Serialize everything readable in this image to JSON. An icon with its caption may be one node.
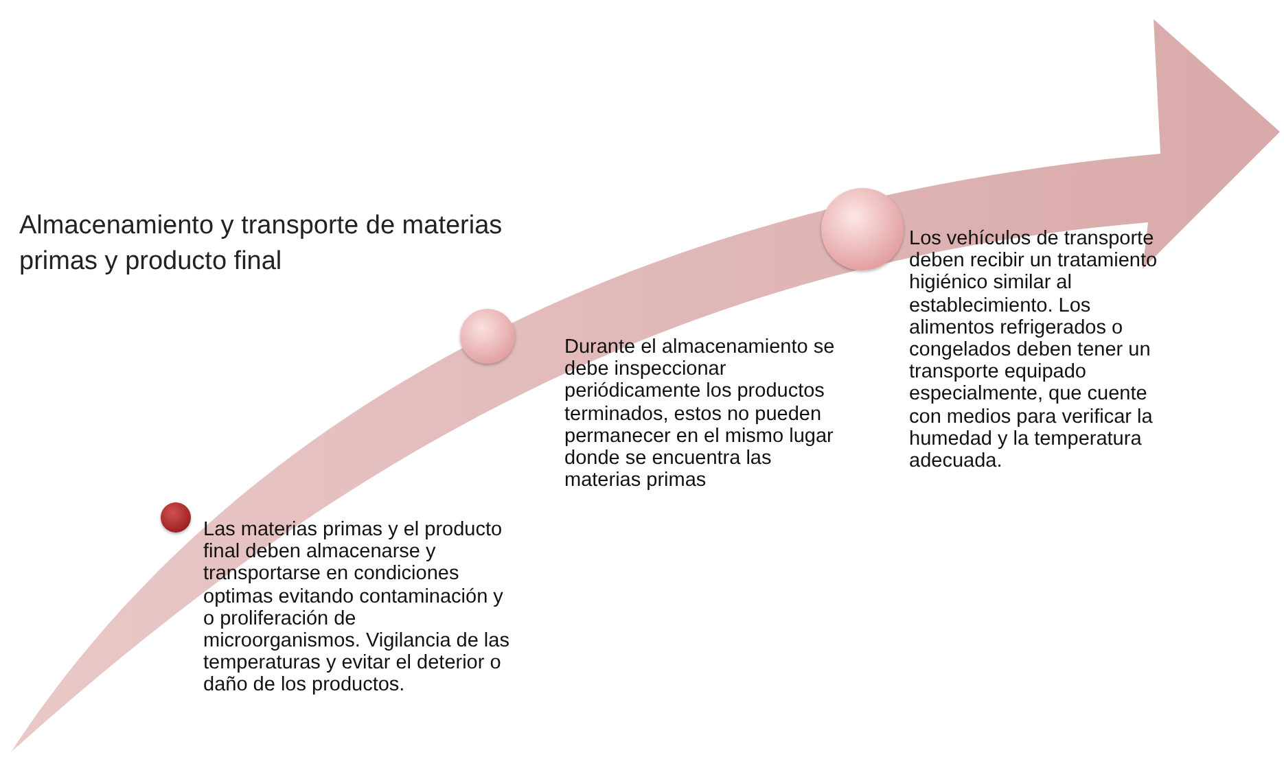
{
  "diagram": {
    "title": "Almacenamiento y transporte de materias primas y producto final",
    "nodes": [
      {
        "text": [],
        "shape": "arrow"
      },
      {
        "text": [],
        "shape": "circle",
        "in": 0,
        "beside": [
          "Las materias primas y el producto final deben almacenarse y transportarse en condiciones optimas evitando contaminación y o proliferación de microorganismos. Vigilancia de las temperaturas y evitar el deterior o daño de los productos."
        ]
      },
      {
        "text": [],
        "shape": "circle",
        "in": 0,
        "beside": [
          "Durante el almacenamiento se debe inspeccionar periódicamente los productos terminados, estos no pueden permanecer en el mismo lugar donde se encuentra las materias primas"
        ]
      },
      {
        "text": [],
        "shape": "circle",
        "in": 0,
        "beside": [
          "Los vehículos de transporte deben recibir un tratamiento higiénico similar al establecimiento. Los alimentos refrigerados o congelados deben tener un transporte equipado especialmente, que cuente con medios para verificar la humedad y la temperatura adecuada."
        ]
      }
    ]
  }
}
